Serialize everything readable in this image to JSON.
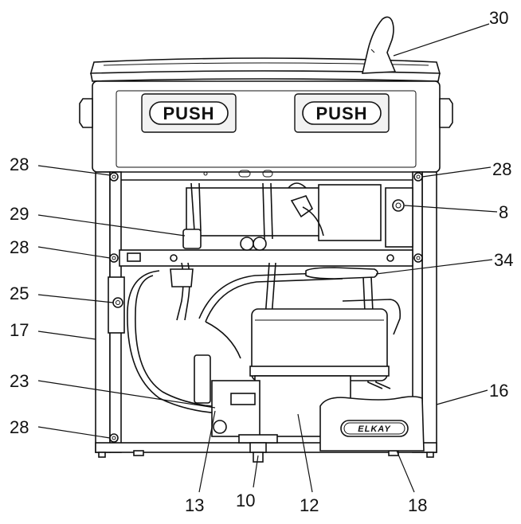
{
  "buttons": [
    {
      "label": "PUSH"
    },
    {
      "label": "PUSH"
    }
  ],
  "brand": "ELKAY",
  "callouts": [
    {
      "id": "c30",
      "text": "30"
    },
    {
      "id": "c28a",
      "text": "28"
    },
    {
      "id": "c28b",
      "text": "28"
    },
    {
      "id": "c29",
      "text": "29"
    },
    {
      "id": "c8",
      "text": "8"
    },
    {
      "id": "c28c",
      "text": "28"
    },
    {
      "id": "c34",
      "text": "34"
    },
    {
      "id": "c25",
      "text": "25"
    },
    {
      "id": "c17",
      "text": "17"
    },
    {
      "id": "c23",
      "text": "23"
    },
    {
      "id": "c16",
      "text": "16"
    },
    {
      "id": "c28d",
      "text": "28"
    },
    {
      "id": "c13",
      "text": "13"
    },
    {
      "id": "c10",
      "text": "10"
    },
    {
      "id": "c12",
      "text": "12"
    },
    {
      "id": "c18",
      "text": "18"
    }
  ]
}
